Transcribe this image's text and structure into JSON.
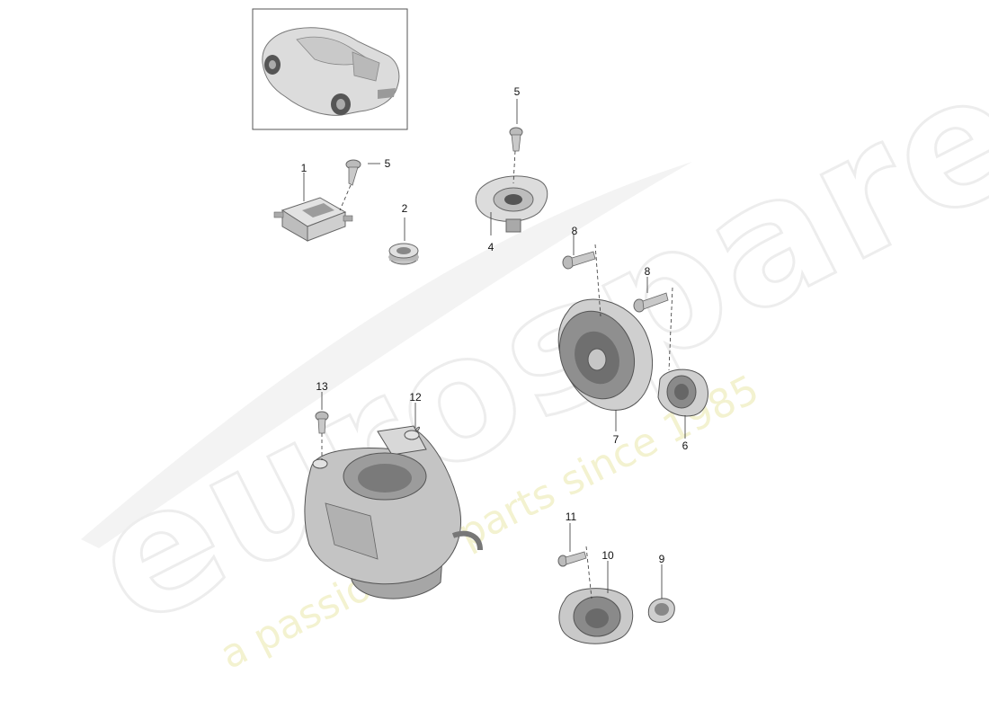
{
  "watermark": {
    "brand": "eurospares",
    "tagline": "a passion for parts since 1985"
  },
  "thumbnail": {
    "icon": "car-thumbnail-icon"
  },
  "callouts": {
    "c1": "1",
    "c2": "2",
    "c4": "4",
    "c5a": "5",
    "c5b": "5",
    "c6": "6",
    "c7": "7",
    "c8a": "8",
    "c8b": "8",
    "c9": "9",
    "c10": "10",
    "c11": "11",
    "c12": "12",
    "c13": "13"
  },
  "parts": [
    {
      "id": "amplifier",
      "icon": "amplifier-module-icon"
    },
    {
      "id": "clip",
      "icon": "clip-icon"
    },
    {
      "id": "mid-speaker",
      "icon": "speaker-icon"
    },
    {
      "id": "tweeter-bracket",
      "icon": "tweeter-bracket-icon"
    },
    {
      "id": "subwoofer",
      "icon": "subwoofer-housing-icon"
    },
    {
      "id": "screws",
      "icon": "screw-icon"
    }
  ]
}
